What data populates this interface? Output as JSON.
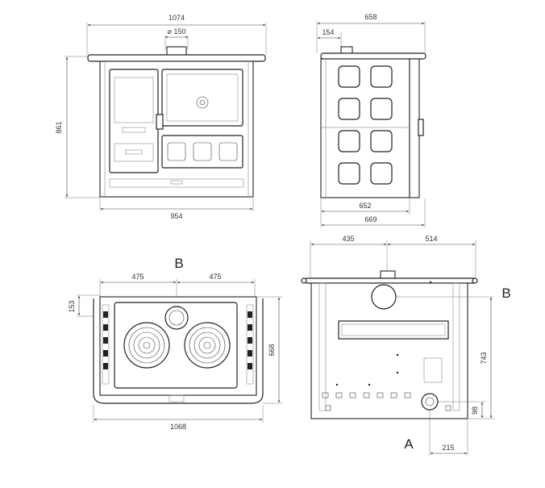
{
  "front_view": {
    "width_top": "1074",
    "flue_dia": "⌀ 150",
    "height": "861",
    "width_base": "954"
  },
  "side_view": {
    "depth_top": "658",
    "flue_offset": "154",
    "depth_inner": "652",
    "depth_total": "669"
  },
  "top_view": {
    "label_b": "B",
    "half_left": "475",
    "half_right": "475",
    "offset_left": "153",
    "depth": "668",
    "width": "1068"
  },
  "rear_view": {
    "left_offset": "435",
    "right_offset": "514",
    "label_b": "B",
    "height_b": "743",
    "label_a": "A",
    "height_a": "98",
    "offset_a": "215"
  }
}
